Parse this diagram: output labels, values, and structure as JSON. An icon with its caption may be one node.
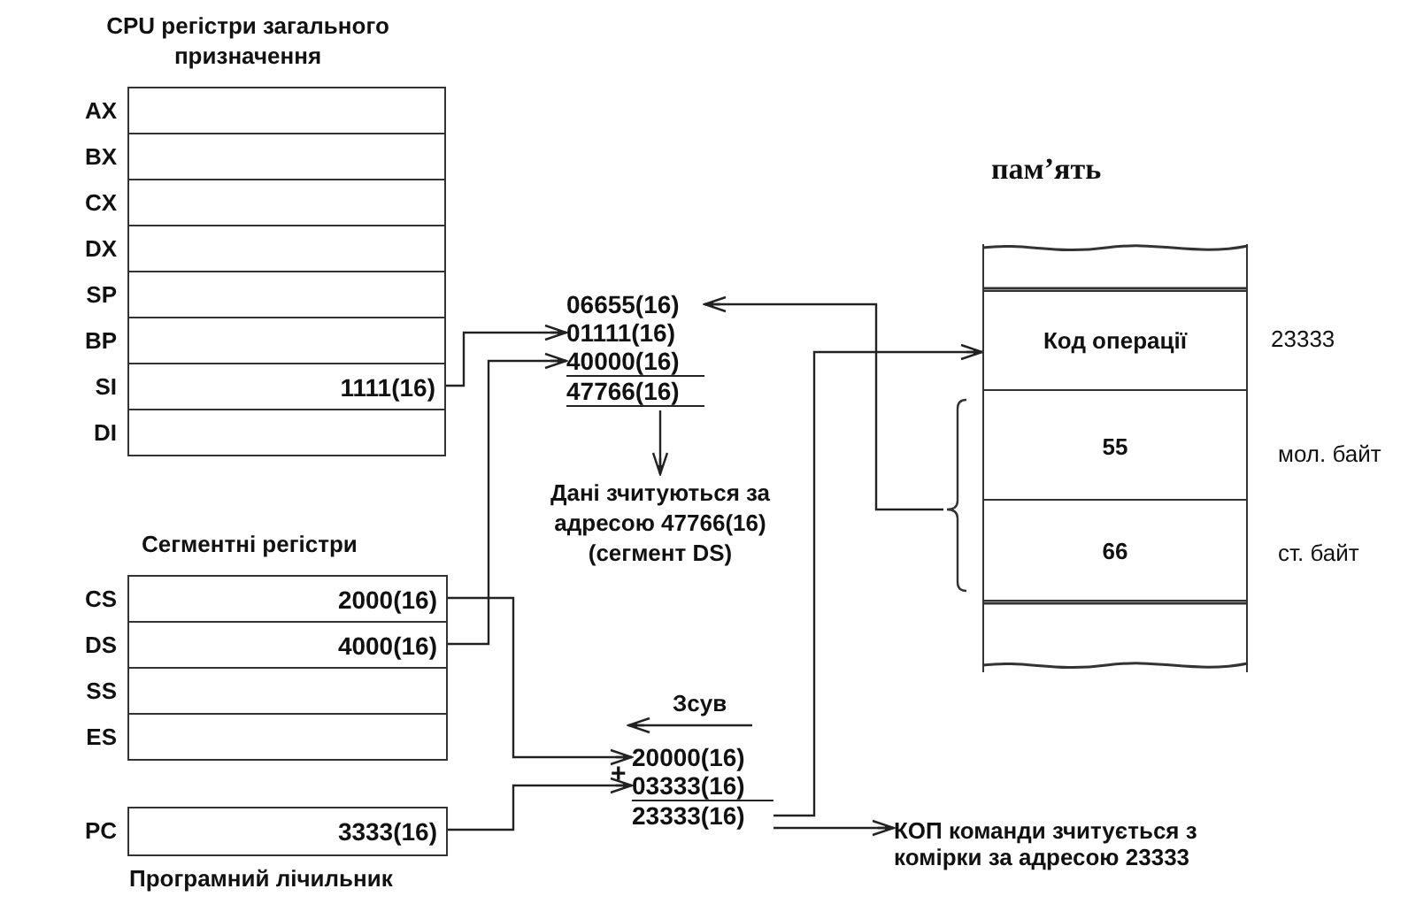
{
  "diagram": {
    "nodes": [
      {
        "text": [
          "AX"
        ]
      },
      {
        "text": [
          "BX"
        ]
      },
      {
        "text": [
          "CX"
        ]
      },
      {
        "text": [
          "DX"
        ]
      },
      {
        "text": [
          "SP"
        ]
      },
      {
        "text": [
          "BP"
        ]
      },
      {
        "text": [
          "SI",
          "1111(16)"
        ]
      },
      {
        "text": [
          "DI"
        ]
      },
      {
        "text": [
          "CS",
          "2000(16)"
        ]
      },
      {
        "text": [
          "DS",
          "4000(16)"
        ]
      },
      {
        "text": [
          "SS"
        ]
      },
      {
        "text": [
          "ES"
        ]
      },
      {
        "text": [
          "PC",
          "3333(16)"
        ]
      },
      {
        "text": [
          "06655(16)"
        ]
      },
      {
        "text": [
          "01111(16)"
        ]
      },
      {
        "text": [
          "40000(16)"
        ]
      },
      {
        "text": [
          "47766(16)"
        ]
      },
      {
        "text": [
          "Дані зчитуються за адресою 47766(16) (сегмент DS)"
        ]
      },
      {
        "text": [
          "20000(16)"
        ]
      },
      {
        "text": [
          "03333(16)"
        ]
      },
      {
        "text": [
          "23333(16)"
        ]
      },
      {
        "text": [
          "КОП команди зчитується з комірки за адресою 23333"
        ]
      },
      {
        "text": [],
        "shape": "box"
      },
      {
        "text": [
          "Код операції"
        ],
        "beside": [
          "23333"
        ]
      },
      {
        "text": [
          "55"
        ],
        "beside": [
          "мол. байт"
        ]
      },
      {
        "text": [
          "66"
        ],
        "beside": [
          "ст. байт"
        ]
      },
      {
        "text": [],
        "shape": "box"
      },
      {
        "text": [],
        "shape": "bracket"
      }
    ],
    "edges": [
      {
        "from": 6,
        "to": 14,
        "arrow": "to"
      },
      {
        "from": 9,
        "to": 15,
        "arrow": "to"
      },
      {
        "from": 27,
        "to": 13,
        "arrow": "to"
      },
      {
        "from": 16,
        "to": 17,
        "arrow": "to"
      },
      {
        "from": 8,
        "to": 18,
        "arrow": "to"
      },
      {
        "from": 12,
        "to": 19,
        "arrow": "to"
      },
      {
        "from": 20,
        "to": 23,
        "arrow": "to"
      },
      {
        "from": 20,
        "to": 21,
        "arrow": "to"
      }
    ],
    "labels": [
      "CPU регістри загального призначення",
      "пам’ять",
      "Сегментні регістри",
      "Зсув",
      "+",
      "Програмний лічильник"
    ]
  }
}
